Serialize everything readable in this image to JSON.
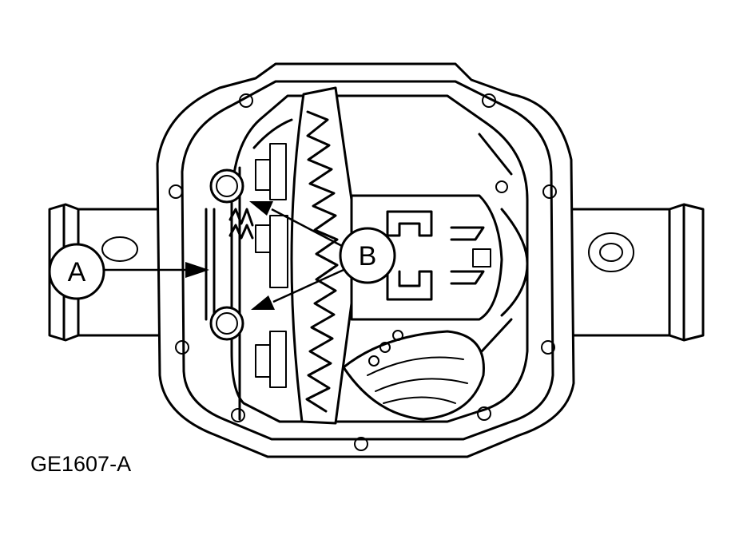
{
  "figure": {
    "code": "GE1607-A",
    "callouts": [
      {
        "id": "a",
        "label": "A"
      },
      {
        "id": "b",
        "label": "B"
      }
    ],
    "colors": {
      "line": "#000000",
      "background": "#ffffff"
    }
  }
}
